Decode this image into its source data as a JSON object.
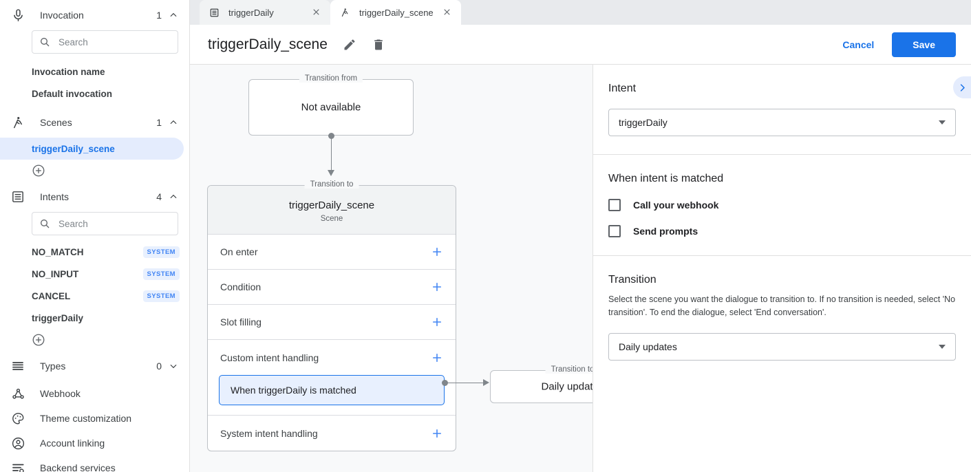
{
  "sidebar": {
    "sections": [
      {
        "icon": "microphone-icon",
        "label": "Invocation",
        "count": "1",
        "caret": "up"
      },
      {
        "icon": "scenes-icon",
        "label": "Scenes",
        "count": "1",
        "caret": "up"
      },
      {
        "icon": "intents-icon",
        "label": "Intents",
        "count": "4",
        "caret": "up"
      },
      {
        "icon": "types-icon",
        "label": "Types",
        "count": "0",
        "caret": "down"
      }
    ],
    "invocation_search_placeholder": "Search",
    "invocation_items": [
      {
        "label": "Invocation name"
      },
      {
        "label": "Default invocation"
      }
    ],
    "scene_items": [
      {
        "label": "triggerDaily_scene",
        "selected": true
      }
    ],
    "intents_search_placeholder": "Search",
    "intent_items": [
      {
        "label": "NO_MATCH",
        "badge": "SYSTEM"
      },
      {
        "label": "NO_INPUT",
        "badge": "SYSTEM"
      },
      {
        "label": "CANCEL",
        "badge": "SYSTEM"
      },
      {
        "label": "triggerDaily",
        "badge": ""
      }
    ],
    "bottom_items": [
      {
        "icon": "webhook-icon",
        "label": "Webhook"
      },
      {
        "icon": "palette-icon",
        "label": "Theme customization"
      },
      {
        "icon": "account-icon",
        "label": "Account linking"
      },
      {
        "icon": "backend-icon",
        "label": "Backend services"
      }
    ],
    "add_icon": "add-circle-icon"
  },
  "tabs": [
    {
      "icon": "intent-icon",
      "label": "triggerDaily",
      "active": false
    },
    {
      "icon": "scene-icon",
      "label": "triggerDaily_scene",
      "active": true
    }
  ],
  "header": {
    "title": "triggerDaily_scene",
    "edit_icon": "pencil-icon",
    "delete_icon": "trash-icon",
    "cancel_label": "Cancel",
    "save_label": "Save"
  },
  "canvas": {
    "transition_from_legend": "Transition from",
    "transition_from_value": "Not available",
    "transition_to_legend": "Transition to",
    "scene_card": {
      "title": "triggerDaily_scene",
      "subtitle": "Scene",
      "rows": [
        {
          "label": "On enter",
          "add": "plus-icon"
        },
        {
          "label": "Condition",
          "add": "plus-icon"
        },
        {
          "label": "Slot filling",
          "add": "plus-icon"
        },
        {
          "label": "Custom intent handling",
          "add": "plus-icon"
        },
        {
          "label": "System intent handling",
          "add": "plus-icon"
        }
      ],
      "custom_intent_chip": "When triggerDaily is matched"
    },
    "target_legend": "Transition to",
    "target_value": "Daily updates"
  },
  "right_panel": {
    "intent_title": "Intent",
    "intent_value": "triggerDaily",
    "when_matched_title": "When intent is matched",
    "checkboxes": [
      {
        "label": "Call your webhook",
        "checked": false
      },
      {
        "label": "Send prompts",
        "checked": false
      }
    ],
    "transition_title": "Transition",
    "transition_desc": "Select the scene you want the dialogue to transition to. If no transition is needed, select 'No transition'. To end the dialogue, select 'End conversation'.",
    "transition_value": "Daily updates",
    "expand_icon": "chevron-right-icon"
  },
  "colors": {
    "accent": "#1a73e8",
    "canvas_bg": "#f8f9fa",
    "badge_bg": "#e8f0fe",
    "badge_text": "#4285f4",
    "selected_bg": "#e4ecfd"
  }
}
